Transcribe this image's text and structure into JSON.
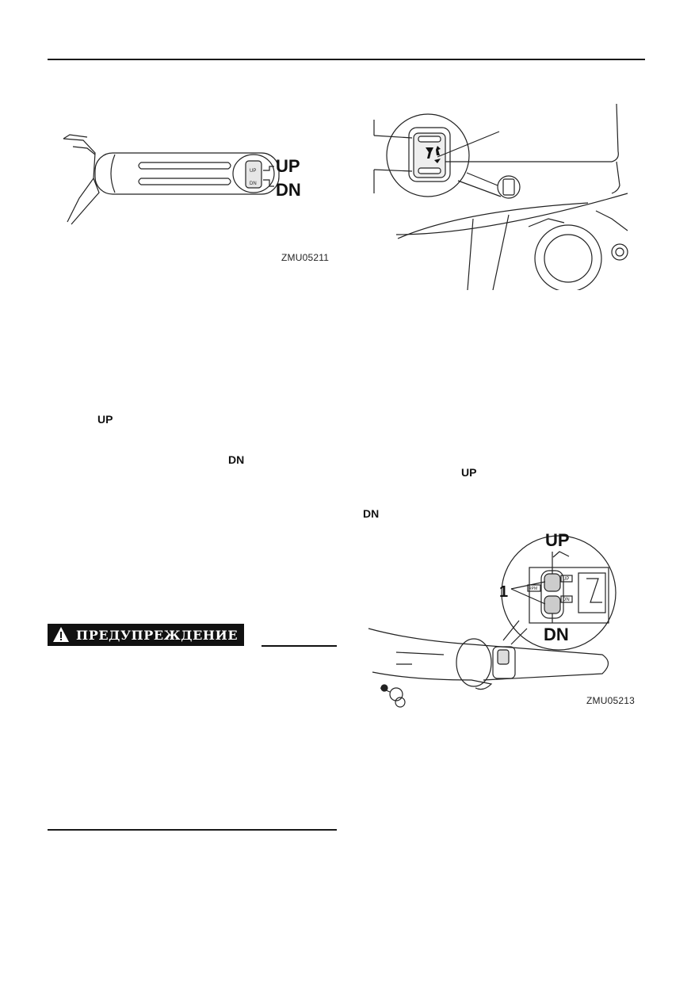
{
  "figure1": {
    "code": "ZMU05211",
    "label_up": "UP",
    "label_down": "DN",
    "switch_up": "UP",
    "switch_down": "DN"
  },
  "figure2": {},
  "figure3": {
    "code": "ZMU05213",
    "label_up": "UP",
    "label_down": "DN",
    "callout": "1",
    "button_up": "UP",
    "button_down": "DN",
    "rpm": "RPM"
  },
  "text": {
    "up_1": "UP",
    "dn_1": "DN",
    "up_2": "UP",
    "dn_2": "DN"
  },
  "warning": {
    "title": "ПРЕДУПРЕЖДЕНИЕ",
    "icon": "warning-triangle-icon"
  }
}
